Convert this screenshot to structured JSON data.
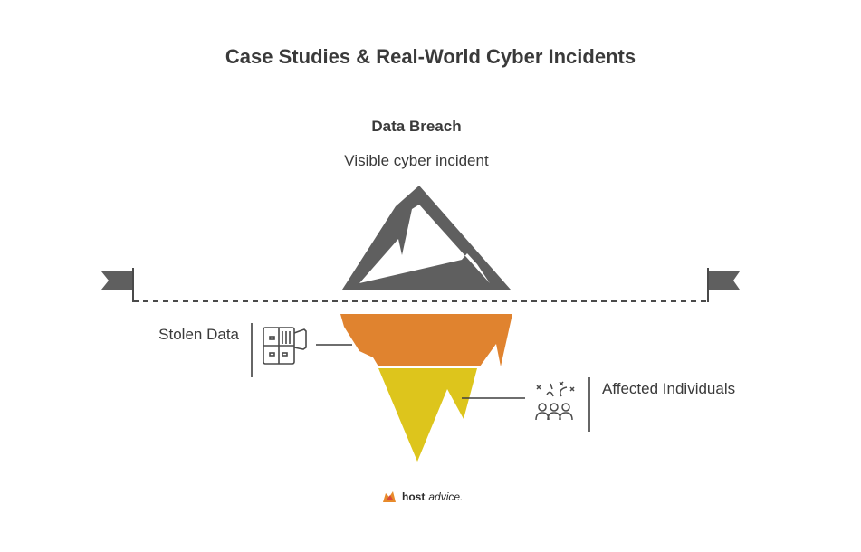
{
  "title": "Case Studies & Real-World Cyber Incidents",
  "tip": {
    "heading": "Data Breach",
    "description": "Visible cyber incident"
  },
  "layers": [
    {
      "label": "Stolen Data",
      "icon": "data-folder-icon",
      "color": "#e0832f"
    },
    {
      "label": "Affected Individuals",
      "icon": "people-group-icon",
      "color": "#ddc51c"
    }
  ],
  "colors": {
    "mountain": "#5f5f5f",
    "waterline": "#4a4a4a",
    "flag": "#5f5f5f"
  },
  "brand": {
    "host": "host",
    "advice": "advice."
  }
}
